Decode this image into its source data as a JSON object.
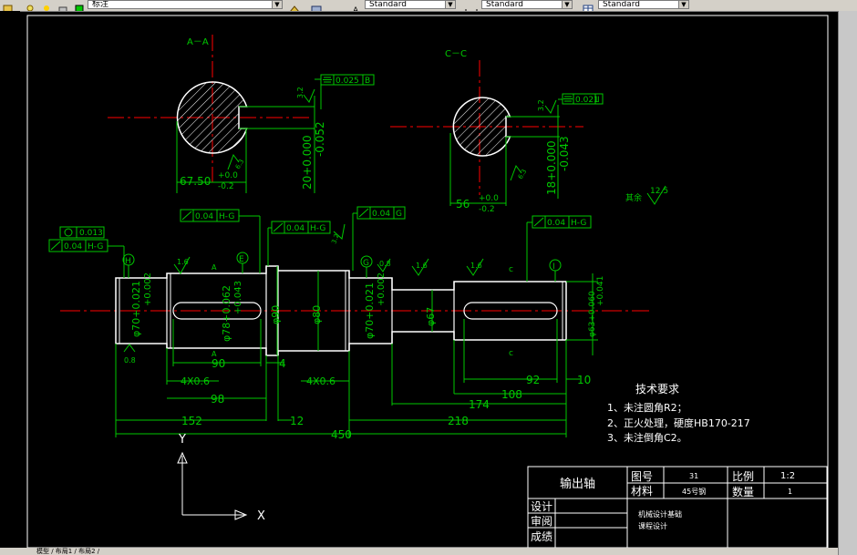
{
  "toolbar": {
    "layer_value": "标注",
    "text_style": "Standard",
    "dim_style": "Standard",
    "table_style": "Standard"
  },
  "status_text": "模型 / 布局1 / 布局2 /",
  "colors": {
    "background": "#000000",
    "outline": "#ffffff",
    "dimension": "#00c800",
    "centerline": "#ff0000",
    "border": "#ffffff"
  },
  "sections": {
    "aa": {
      "label": "A－A",
      "tol": "0.025",
      "datum": "B",
      "keyway_depth": "20+0.000",
      "keyway_depth_lower": "-0.052",
      "width": "67.50",
      "width_upper": "+0.0",
      "width_lower": "-0.2",
      "rough1": "3.2",
      "rough2": "6.3"
    },
    "cc": {
      "label": "C－C",
      "tol": "0.021",
      "datum": "I",
      "keyway_depth": "18+0.000",
      "keyway_depth_lower": "-0.043",
      "width": "56",
      "width_upper": "+0.0",
      "width_lower": "-0.2",
      "rough1": "3.2",
      "rough2": "6.3"
    }
  },
  "remaining": {
    "label": "其余",
    "value": "12.5"
  },
  "fcf": {
    "f1_val": "0.013",
    "f2_val": "0.04",
    "f2_ref": "H-G",
    "f3_val": "0.04",
    "f3_ref": "H-G",
    "f4_val": "0.04",
    "f4_ref": "H-G",
    "f5_val": "0.04",
    "f5_ref": "G",
    "f6_val": "0.04",
    "f6_ref": "H-G"
  },
  "diameters": {
    "d1": "φ70+0.021",
    "d1b": "+0.002",
    "d2": "φ78+0.062",
    "d2b": "+0.043",
    "d3": "φ90",
    "d4": "φ80",
    "d5": "φ70+0.021",
    "d5b": "+0.002",
    "d6": "φ67",
    "d7": "φ63+0.060",
    "d7b": "+0.041"
  },
  "roughness": {
    "r1": "1.6",
    "r2": "0.8",
    "r3": "1.6",
    "r4": "0.8",
    "r5": "1.6",
    "r6": "1.6",
    "r7": "3.2",
    "r8": "0.8"
  },
  "datums": {
    "h": "H",
    "e": "E",
    "g": "G",
    "i": "I",
    "a_top": "A",
    "a_bot": "A",
    "c_top": "c",
    "c_bot": "c"
  },
  "dims": {
    "d90": "90",
    "d4": "4",
    "d4x06a": "4X0.6",
    "d98": "98",
    "d4x06b": "4X0.6",
    "d152": "152",
    "d12": "12",
    "d218": "218",
    "d450": "450",
    "d92": "92",
    "d10": "10",
    "d108": "108",
    "d174": "174"
  },
  "tech": {
    "title": "技术要求",
    "items": [
      "1、未注圆角R2；",
      "2、正火处理，硬度HB170-217",
      "3、未注倒角C2。"
    ]
  },
  "axes": {
    "x": "X",
    "y": "Y"
  },
  "title_block": {
    "part_name": "输出轴",
    "drawing_no_label": "图号",
    "drawing_no": "31",
    "scale_label": "比例",
    "scale": "1:2",
    "material_label": "材料",
    "material": "45号钢",
    "qty_label": "数量",
    "qty": "1",
    "design": "设计",
    "review": "审阅",
    "grade": "成绩",
    "course1": "机械设计基础",
    "course2": "课程设计"
  }
}
